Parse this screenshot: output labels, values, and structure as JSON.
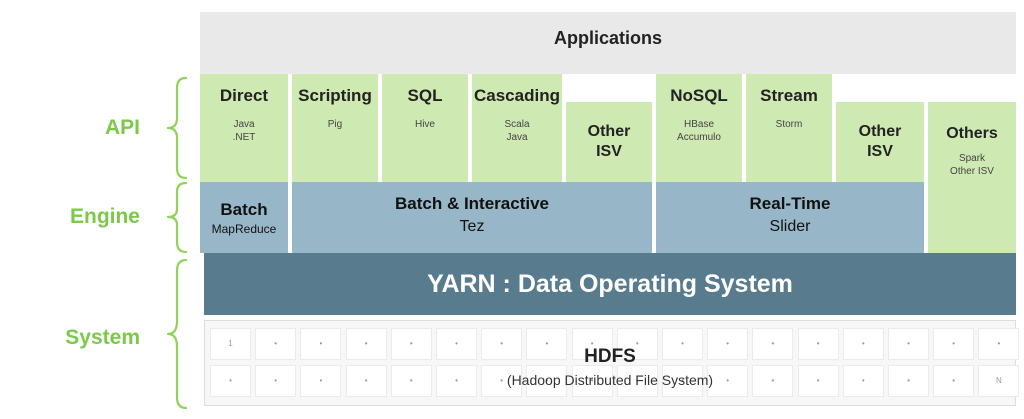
{
  "applications": {
    "label": "Applications"
  },
  "layers": {
    "api": "API",
    "engine": "Engine",
    "system": "System"
  },
  "api_items": [
    {
      "name": "Direct",
      "sub": "Java\n.NET"
    },
    {
      "name": "Scripting",
      "sub": "Pig"
    },
    {
      "name": "SQL",
      "sub": "Hive"
    },
    {
      "name": "Cascading",
      "sub": "Scala\nJava"
    },
    {
      "name": "Other\nISV",
      "sub": ""
    },
    {
      "name": "NoSQL",
      "sub": "HBase\nAccumulo"
    },
    {
      "name": "Stream",
      "sub": "Storm"
    },
    {
      "name": "Other\nISV",
      "sub": ""
    },
    {
      "name": "Others",
      "sub": "Spark\nOther ISV"
    }
  ],
  "engines": [
    {
      "title": "Batch",
      "sub": "MapReduce"
    },
    {
      "title": "Batch & Interactive",
      "sub": "Tez"
    },
    {
      "title": "Real-Time",
      "sub": "Slider"
    }
  ],
  "yarn": {
    "label": "YARN : Data Operating System"
  },
  "hdfs": {
    "title": "HDFS",
    "subtitle": "(Hadoop Distributed File System)",
    "first_cell": "1",
    "last_cell": "N",
    "filler": "•"
  },
  "colors": {
    "api_green": "#cfe9b3",
    "engine_blue": "#97b7c9",
    "yarn_blue": "#587b8d",
    "label_green": "#7bc84a"
  }
}
